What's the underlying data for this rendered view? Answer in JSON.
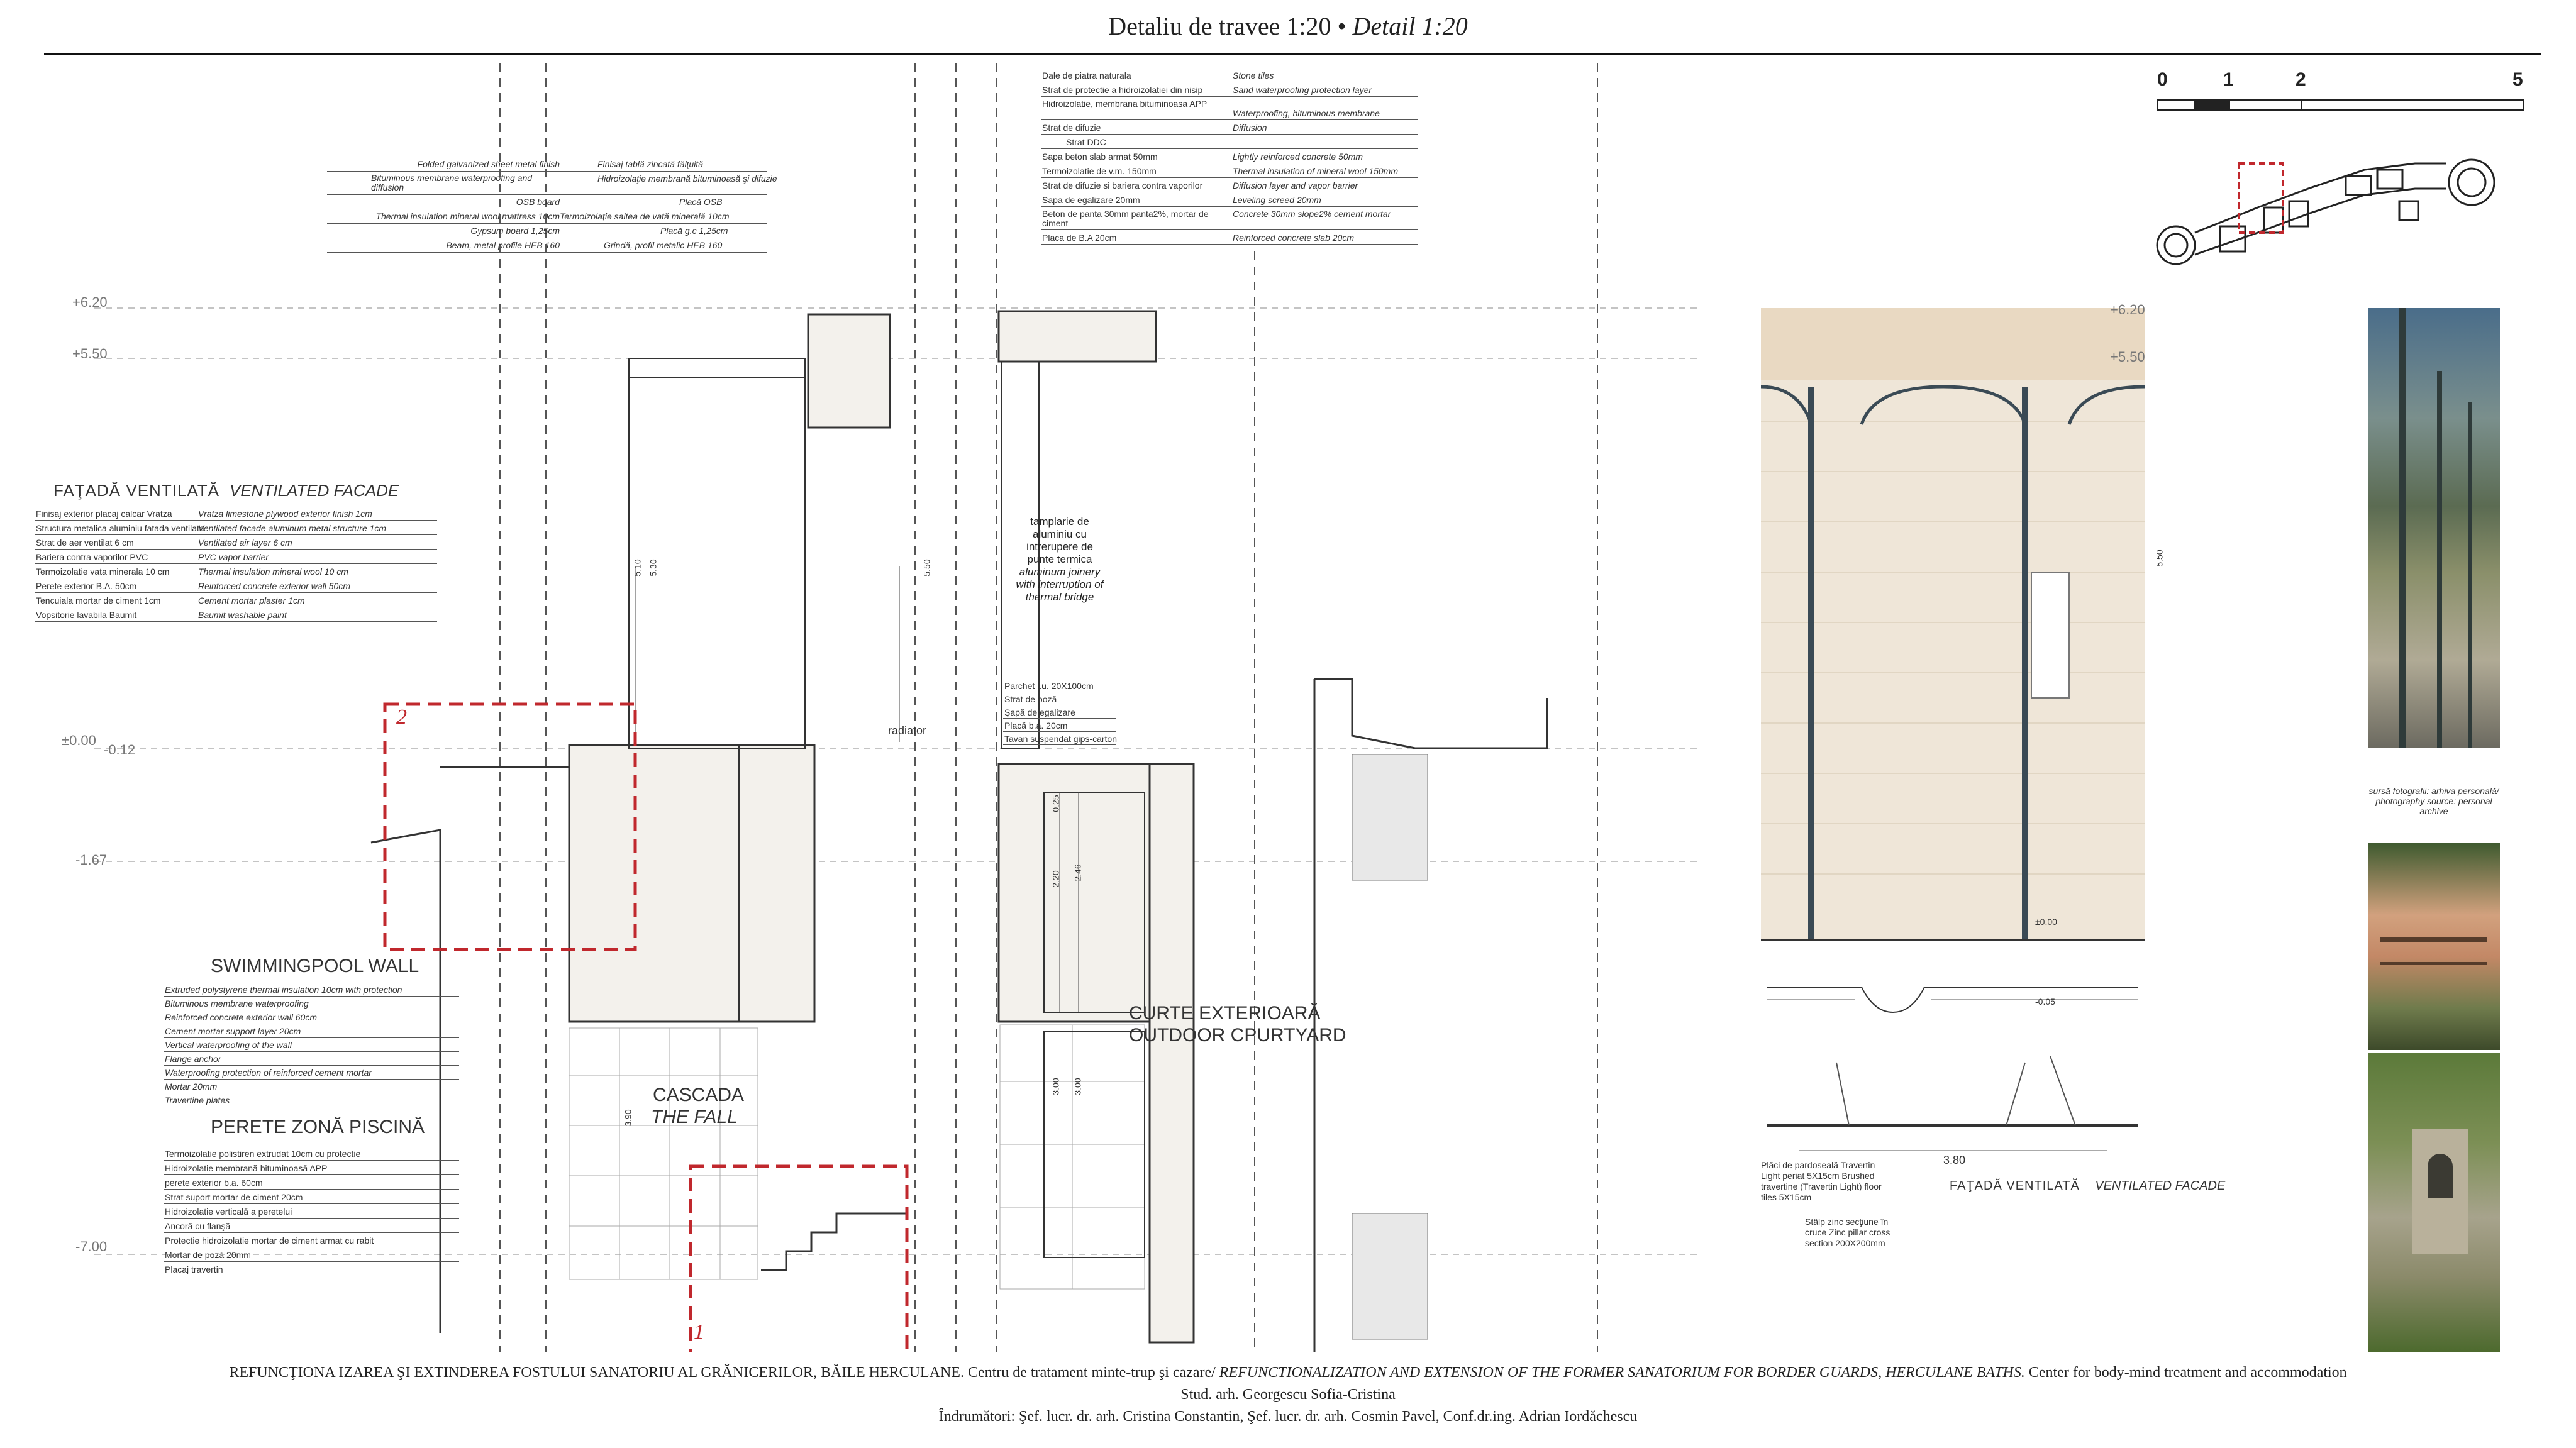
{
  "header": {
    "title_ro": "Detaliu de travee 1:20 •",
    "title_en": "Detail 1:20"
  },
  "scale_bar": {
    "labels": [
      "0",
      "1",
      "2",
      "5"
    ]
  },
  "levels": {
    "left": [
      "+6.20",
      "+5.50",
      "±0.00",
      "-0.12",
      "-1.67",
      "-7.00"
    ],
    "right": [
      "+6.20",
      "+5.50",
      "±0.00",
      "-0.05"
    ]
  },
  "dimensions": {
    "h1": "5.10",
    "h2": "5.30",
    "h3": "5.50",
    "h4": "0.25",
    "h5": "2.20",
    "h6": "2.46",
    "h7": "3.00",
    "h8": "3.00",
    "h9": "3.90",
    "h10": "5.50",
    "w1": "3.80"
  },
  "roof_layers": [
    {
      "en": "Folded galvanized sheet metal finish",
      "ro": "Finisaj tablă zincată fălţuită"
    },
    {
      "en": "Bituminous membrane waterproofing and diffusion",
      "ro": "Hidroizolaţie membrană bituminoasă şi difuzie"
    },
    {
      "en": "OSB board",
      "ro": "Placă OSB"
    },
    {
      "en": "Thermal insulation mineral wool mattress 10cm",
      "ro": "Termoizolaţie saltea de vată minerală 10cm"
    },
    {
      "en": "Gypsum board 1,25cm",
      "ro": "Placă g.c 1,25cm"
    },
    {
      "en": "Beam, metal profile HEB 160",
      "ro": "Grindă, profil metalic HEB 160"
    }
  ],
  "terrace_layers": [
    {
      "ro": "Dale de piatra naturala",
      "en": "Stone tiles"
    },
    {
      "ro": "Strat de protectie a hidroizolatiei din nisip",
      "en": "Sand waterproofing protection layer"
    },
    {
      "ro": "Hidroizolatie, membrana bituminoasa APP",
      "en": "Waterproofing, bituminous membrane"
    },
    {
      "ro": "Strat de difuzie",
      "en": "Diffusion"
    },
    {
      "ro": "Strat DDC",
      "en": ""
    },
    {
      "ro": "Sapa beton slab armat 50mm",
      "en": "Lightly reinforced concrete 50mm"
    },
    {
      "ro": "Termoizolatie de v.m. 150mm",
      "en": "Thermal insulation of mineral wool 150mm"
    },
    {
      "ro": "Strat de difuzie si bariera contra vaporilor",
      "en": "Diffusion layer and vapor barrier"
    },
    {
      "ro": "Sapa de egalizare 20mm",
      "en": "Leveling screed 20mm"
    },
    {
      "ro": "Beton de panta 30mm panta2%, mortar de ciment",
      "en": "Concrete 30mm slope2% cement mortar"
    },
    {
      "ro": "Placa de B.A 20cm",
      "en": "Reinforced concrete slab 20cm"
    }
  ],
  "facade_left": {
    "title_ro": "FAŢADĂ VENTILATĂ",
    "title_en": "VENTILATED FACADE",
    "rows": [
      {
        "ro": "Finisaj exterior placaj calcar Vratza",
        "en": "Vratza limestone plywood exterior finish  1cm"
      },
      {
        "ro": "Structura metalica aluminiu fatada ventilata",
        "en": "Ventilated facade aluminum metal structure 1cm"
      },
      {
        "ro": "Strat de aer ventilat 6 cm",
        "en": "Ventilated air layer 6 cm"
      },
      {
        "ro": "Bariera contra vaporilor PVC",
        "en": "PVC vapor barrier"
      },
      {
        "ro": "Termoizolatie vata minerala 10 cm",
        "en": "Thermal insulation mineral wool 10 cm"
      },
      {
        "ro": "Perete exterior  B.A. 50cm",
        "en": "Reinforced concrete exterior wall 50cm"
      },
      {
        "ro": "Tencuiala mortar de ciment 1cm",
        "en": "Cement mortar plaster 1cm"
      },
      {
        "ro": "Vopsitorie lavabila Baumit",
        "en": "Baumit washable paint"
      }
    ]
  },
  "pool_wall": {
    "title_en": "SWIMMINGPOOL WALL",
    "title_ro": "PERETE ZONĂ PISCINĂ",
    "rows_en": [
      "Extruded polystyrene thermal insulation 10cm with protection",
      "Bituminous membrane waterproofing",
      "Reinforced concrete exterior wall 60cm",
      "Cement mortar support layer 20cm",
      "Vertical waterproofing of the wall",
      "Flange anchor",
      "Waterproofing protection of reinforced cement mortar",
      "Mortar  20mm",
      "Travertine plates"
    ],
    "rows_ro": [
      "Termoizolatie polistiren extrudat 10cm cu protectie",
      "Hidroizolatie membrană bituminoasă APP",
      "perete exterior b.a. 60cm",
      "Strat suport mortar de ciment 20cm",
      "Hidroizolatie verticală a peretelui",
      "Ancoră cu flanşă",
      "Protectie hidroizolatie mortar de ciment armat cu rabit",
      "Mortar de poză 20mm",
      "Placaj  travertin"
    ]
  },
  "section_labels": {
    "cascada": "CASCADA",
    "the_fall": "THE FALL",
    "curte": "CURTE EXTERIOARĂ",
    "courtyard": "OUTDOOR CPURTYARD",
    "radiator": "radiator",
    "joinery_ro": "tamplarie de aluminiu cu intrerupere de punte termica",
    "joinery_en": "aluminum joinery with interruption of thermal bridge"
  },
  "floor_layers": [
    "Parchet l.u. 20X100cm",
    "Strat de poză",
    "Şapă de egalizare",
    "Placă b.a. 20cm",
    "Tavan suspendat gips-carton"
  ],
  "detail_markers": {
    "one": "1",
    "two": "2"
  },
  "facade_right": {
    "title_ro": "FAŢADĂ VENTILATĂ",
    "title_en": "VENTILATED FACADE",
    "travertine": "Plăci de pardoseală Travertin Light periat 5X15cm Brushed travertine (Travertin Light) floor tiles 5X15cm",
    "pillar": "Stâlp zinc secţiune în cruce Zinc pillar cross section 200X200mm"
  },
  "photos": {
    "caption_ro": "sursă fotografii: arhiva personală/",
    "caption_en": "photography source: personal archive"
  },
  "footer": {
    "line1_ro": "REFUNCŢIONA IZAREA ŞI EXTINDEREA FOSTULUI SANATORIU AL GRĂNICERILOR, BĂILE HERCULANE. Centru de tratament minte-trup şi cazare/",
    "line1_en": " REFUNCTIONALIZATION AND EXTENSION OF THE FORMER SANATORIUM FOR BORDER GUARDS, HERCULANE BATHS.",
    "line1_end": " Center for body-mind treatment and accommodation",
    "line2": "Stud. arh. Georgescu Sofia-Cristina",
    "line3": "Îndrumători:  Şef. lucr. dr. arh. Cristina Constantin, Şef. lucr. dr. arh. Cosmin Pavel, Conf.dr.ing. Adrian Iordăchescu"
  }
}
